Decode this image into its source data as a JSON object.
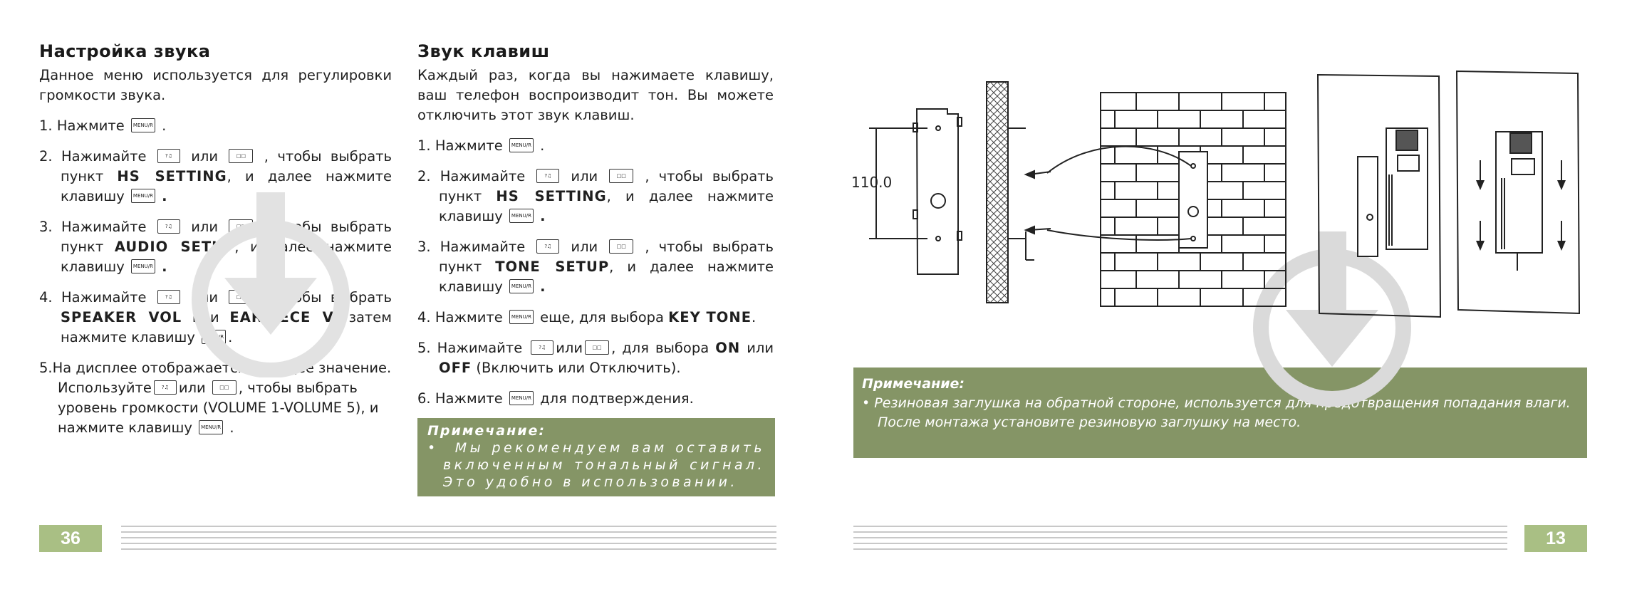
{
  "left_page": {
    "section1": {
      "title": "Настройка звука",
      "intro": "Данное меню используется для регулировки громкости звука.",
      "steps": [
        {
          "num": "1.",
          "a": "Нажмите",
          "b": "."
        },
        {
          "num": "2.",
          "a": "Нажимайте",
          "or": "или",
          "b": ", чтобы выбрать пункт",
          "bold": "HS SETTING",
          "c": ", и далее нажмите клавишу",
          "d": "."
        },
        {
          "num": "3.",
          "a": "Нажимайте",
          "or": "или",
          "b": ", чтобы выбрать пункт",
          "bold": "AUDIO SETUP",
          "c": ", и далее нажмите клавишу",
          "d": "."
        },
        {
          "num": "4.",
          "a": "Нажимайте",
          "or": "или",
          "b": ", чтобы выбрать",
          "bold1": "SPEAKER VOL",
          "or2": "или",
          "bold2": "EARPIECE V",
          "c": ", затем нажмите клавишу",
          "d": "."
        },
        {
          "num": "5.",
          "a": "На дисплее отображается текущее значение. Используйте",
          "or": "или",
          "b": ", чтобы выбрать уровень громкости (VOLUME 1-VOLUME 5), и нажмите клавишу",
          "d": "."
        }
      ]
    },
    "section2": {
      "title": "Звук клавиш",
      "intro": "Каждый раз, когда вы нажимаете клавишу, ваш телефон воспроизводит тон. Вы можете отключить этот звук клавиш.",
      "steps": [
        {
          "num": "1.",
          "a": "Нажмите",
          "b": "."
        },
        {
          "num": "2.",
          "a": "Нажимайте",
          "or": "или",
          "b": ", чтобы выбрать пункт",
          "bold": "HS SETTING",
          "c": ", и далее нажмите клавишу",
          "d": "."
        },
        {
          "num": "3.",
          "a": "Нажимайте",
          "or": "или",
          "b": ", чтобы выбрать пункт",
          "bold": "TONE SETUP",
          "c": ", и далее нажмите клавишу",
          "d": "."
        },
        {
          "num": "4.",
          "a": "Нажмите",
          "b": "еще, для выбора",
          "bold": "KEY TONE",
          "d": "."
        },
        {
          "num": "5.",
          "a": "Нажимайте",
          "or": "или",
          "b": ", для выбора",
          "bold1": "ON",
          "or2": "или",
          "bold2": "OFF",
          "c": "(Включить или Отключить)."
        },
        {
          "num": "6.",
          "a": "Нажмите",
          "b": "для подтверждения."
        }
      ],
      "note": {
        "title": "Примечание:",
        "item": "Мы рекомендуем вам оставить включенным тональный сигнал. Это удобно в использовании."
      }
    },
    "page_number": "36"
  },
  "right_page": {
    "dimension": "110.0",
    "note": {
      "title": "Примечание:",
      "item": "Резиновая заглушка на обратной стороне, используется для предотвращения попадания влаги. После монтажа установите резиновую заглушку на место."
    },
    "page_number": "13"
  },
  "keys": {
    "menu": "MENU/R",
    "up": "?♫",
    "down": "□□"
  },
  "colors": {
    "note_bg": "#859566",
    "page_tab": "#a9bf84",
    "rule": "#c8c8c8"
  }
}
